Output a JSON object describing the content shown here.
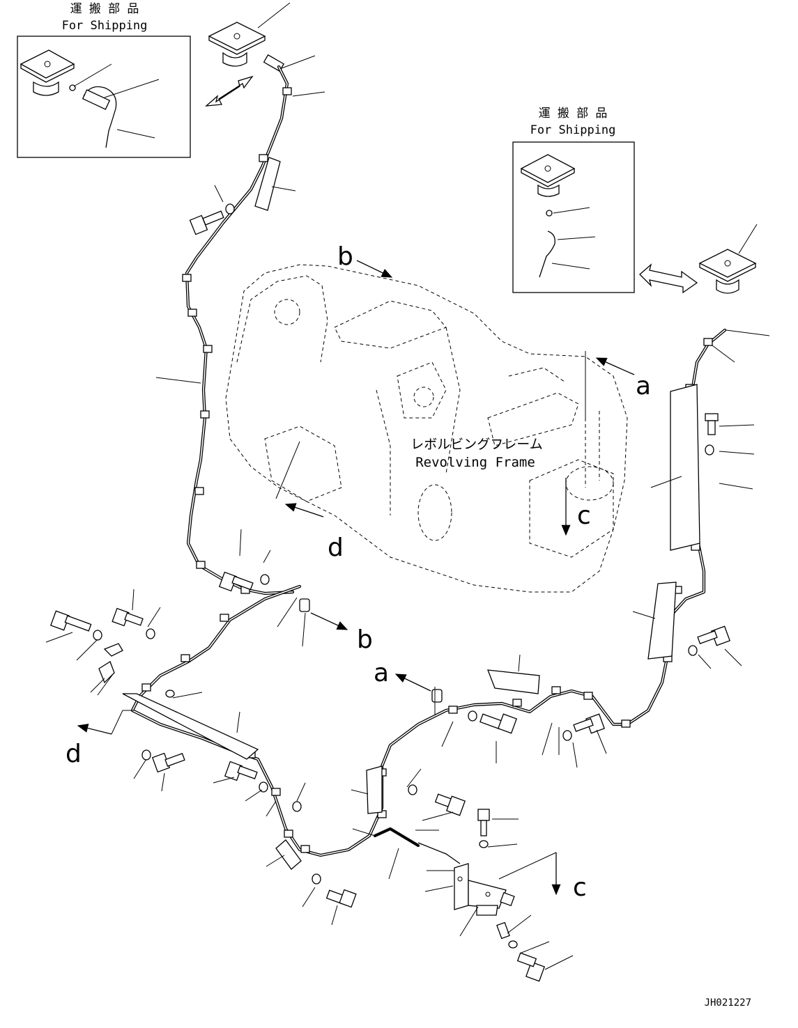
{
  "shipping_label_jp": "運 搬 部 品",
  "shipping_label_en": "For Shipping",
  "frame_label_jp": "レボルビングフレーム",
  "frame_label_en": "Revolving Frame",
  "view_letters": {
    "a": "a",
    "b": "b",
    "c": "c",
    "d": "d"
  },
  "drawing_id": "JH021227"
}
